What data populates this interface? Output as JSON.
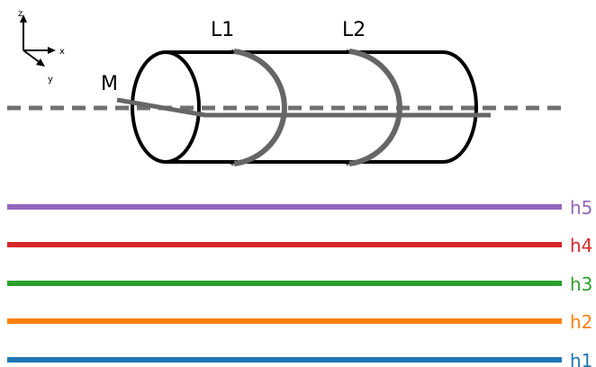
{
  "axes": {
    "z_label": "z",
    "x_label": "x",
    "y_label": "y"
  },
  "labels": {
    "m": "M",
    "l1": "L1",
    "l2": "L2"
  },
  "colors": {
    "outline": "#000000",
    "wire": "#666666",
    "dash": "#707070"
  },
  "levels": [
    {
      "label": "h5",
      "color": "#9467bd"
    },
    {
      "label": "h4",
      "color": "#d62728"
    },
    {
      "label": "h3",
      "color": "#2ca02c"
    },
    {
      "label": "h2",
      "color": "#ff7f0e"
    },
    {
      "label": "h1",
      "color": "#1f77b4"
    }
  ]
}
